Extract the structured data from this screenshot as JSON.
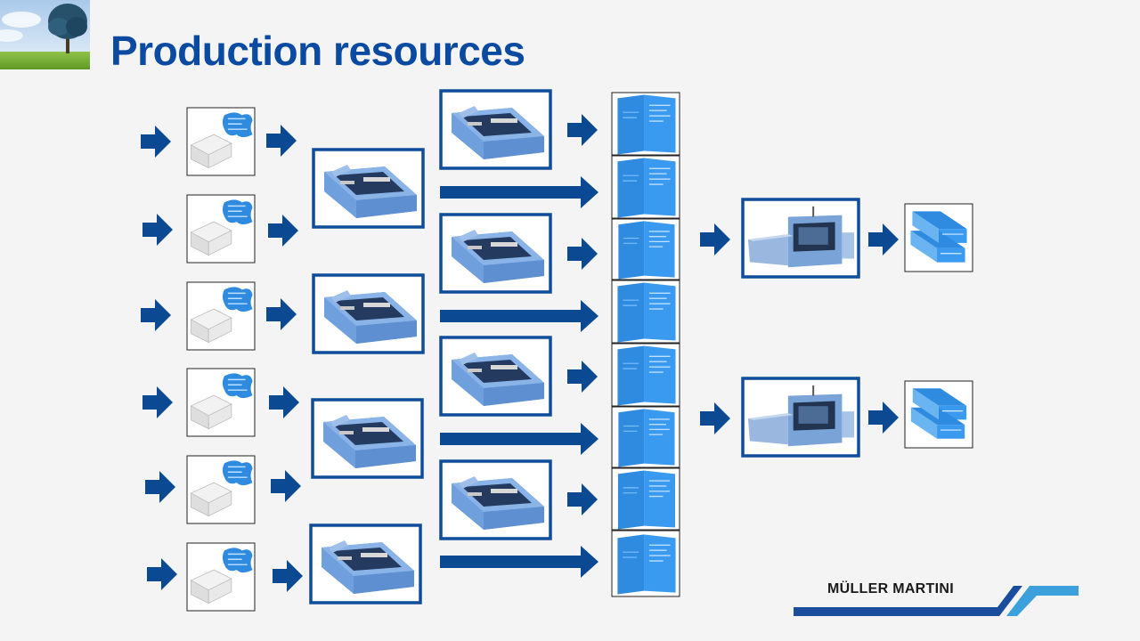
{
  "slide": {
    "title": "Production resources"
  },
  "brand": {
    "name": "MÜLLER MARTINI",
    "colors": {
      "dark": "#1a4d9b",
      "light": "#3ba0dc",
      "text": "#1a1a1a"
    }
  },
  "colors": {
    "accent": "#0a4aa1",
    "arrow": "#0b4a93",
    "frame": "#0f4c99",
    "machine": "#6f9fdc",
    "product": "#2e8be0"
  },
  "icons": {
    "logo": "tree-photo",
    "input": "printed-sheet-stack-icon",
    "gatherer": "gathering-machine-icon",
    "output": "printed-book-block-icon",
    "binder": "binding-machine-icon",
    "final": "finished-book-icon"
  },
  "diagram": {
    "input_sheet_count": 6,
    "gathering_machine_count": 4,
    "secondary_machine_count": 4,
    "book_block_count": 8,
    "binding_machine_count": 2,
    "finished_product_count": 2
  }
}
